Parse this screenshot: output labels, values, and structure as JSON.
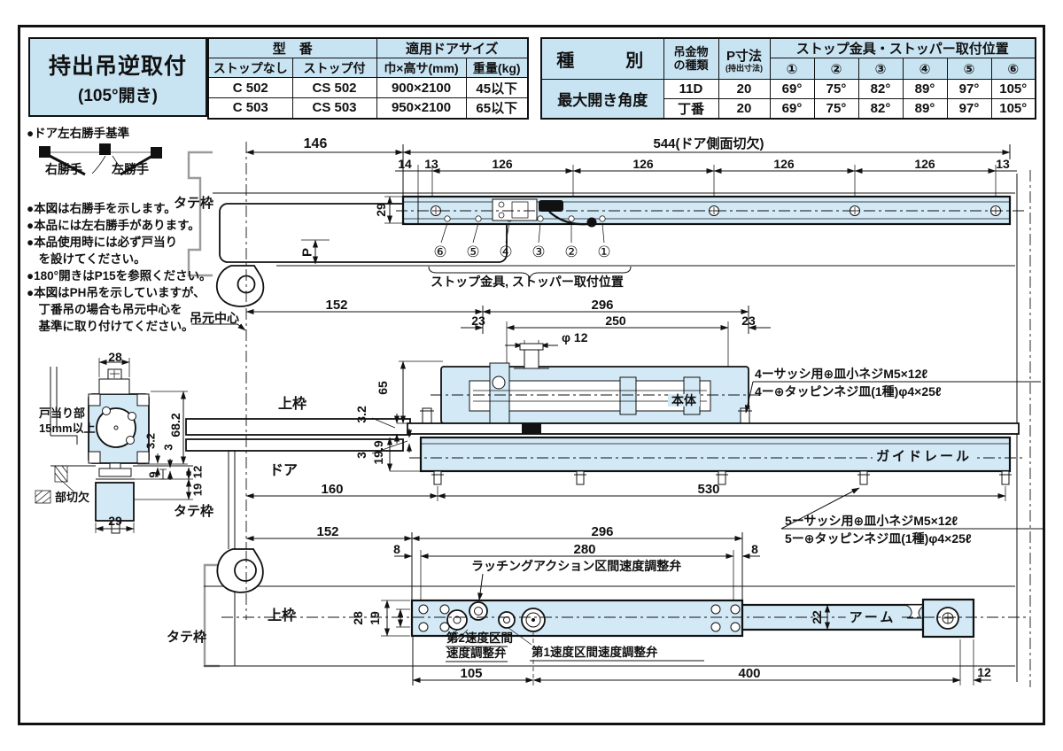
{
  "colors": {
    "drawing_fill": "#d3e9f6",
    "table_header_fill": "#c8e3f2"
  },
  "title_block": {
    "line1": "持出吊逆取付",
    "line2": "(105°開き)"
  },
  "model_table": {
    "h_model": "型　番",
    "h_door": "適用ドアサイズ",
    "h_no_stop": "ストップなし",
    "h_with_stop": "ストップ付",
    "h_size": "巾×高サ(mm)",
    "h_weight": "重量(kg)",
    "rows": [
      {
        "no_stop": "C 502",
        "with_stop": "CS 502",
        "size": "900×2100",
        "weight": "45以下"
      },
      {
        "no_stop": "C 503",
        "with_stop": "CS 503",
        "size": "950×2100",
        "weight": "65以下"
      }
    ]
  },
  "spec_table": {
    "h_type": "種　　別",
    "h_hw1": "吊金物",
    "h_hw2": "の種類",
    "h_p": "P寸法",
    "h_p_sub": "(持出寸法)",
    "h_stop": "ストップ金具・ストッパー取付位置",
    "pos": [
      "①",
      "②",
      "③",
      "④",
      "⑤",
      "⑥"
    ],
    "row_label": "最大開き角度",
    "rows": [
      {
        "hw": "11D",
        "p": "20",
        "a1": "69°",
        "a2": "75°",
        "a3": "82°",
        "a4": "89°",
        "a5": "97°",
        "a6": "105°"
      },
      {
        "hw": "丁番",
        "p": "20",
        "a1": "69°",
        "a2": "75°",
        "a3": "82°",
        "a4": "89°",
        "a5": "97°",
        "a6": "105°"
      }
    ]
  },
  "notes": {
    "handing_title": "●ドア左右勝手基準",
    "right_hand": "右勝手",
    "left_hand": "左勝手",
    "lines": [
      "●本図は右勝手を示します。",
      "●本品には左右勝手があります。",
      "●本品使用時には必ず戸当り",
      "　を設けてください。",
      "●180°開きはP15を参照ください。",
      "●本図はPH吊を示していますが、",
      "　丁番吊の場合も吊元中心を",
      "　基準に取り付けてください。"
    ]
  },
  "top_view": {
    "tatewaku": "タテ枠",
    "d146": "146",
    "d544": "544(ドア側面切欠)",
    "d14": "14",
    "d13_left": "13",
    "d126_1": "126",
    "d126_2": "126",
    "d126_3": "126",
    "d126_4": "126",
    "d13_right": "13",
    "d29": "29",
    "dP": "P",
    "c6": "⑥",
    "c5": "⑤",
    "c4": "④",
    "c3": "③",
    "c2": "②",
    "c1": "①",
    "stop_label": "ストップ金具, ストッパー取付位置"
  },
  "mid_view": {
    "center_label": "吊元中心",
    "d152": "152",
    "d296": "296",
    "d23_left": "23",
    "d250": "250",
    "d23_right": "23",
    "d_phi12": "φ 12",
    "d65": "65",
    "d3_2": "3.2",
    "d19_9": "19.9",
    "d3": "3",
    "uwawaku": "上枠",
    "door": "ドア",
    "tatewaku": "タテ枠",
    "body": "本体",
    "guide_rail": "ガイドレール",
    "note4_line1": "4ーサッシ用⊕皿小ネジM5×12ℓ",
    "note4_line2": "4ー⊕タッピンネジ皿(1種)φ4×25ℓ",
    "d160": "160",
    "d530": "530",
    "note5_line1": "5ーサッシ用⊕皿小ネジM5×12ℓ",
    "note5_line2": "5ー⊕タッピンネジ皿(1種)φ4×25ℓ"
  },
  "detail_view": {
    "d28": "28",
    "stopper_line1": "戸当り部",
    "stopper_line2": "15mm以上",
    "d68_2": "68.2",
    "d3_2": "3.2",
    "d3": "3",
    "d9": "9",
    "d12": "12",
    "d19": "19",
    "notch": "部切欠",
    "d29": "29"
  },
  "bottom_view": {
    "d152": "152",
    "d296": "296",
    "d8_left": "8",
    "d280": "280",
    "d8_right": "8",
    "latching_label": "ラッチングアクション区間速度調整弁",
    "valve2_line1": "第2速度区間",
    "valve2_line2": "速度調整弁",
    "valve1_label": "第1速度区間速度調整弁",
    "d28": "28",
    "d19": "19",
    "d22": "22",
    "arm": "アーム",
    "uwawaku": "上枠",
    "tatewaku": "タテ枠",
    "d105": "105",
    "d400": "400",
    "d12": "12"
  }
}
